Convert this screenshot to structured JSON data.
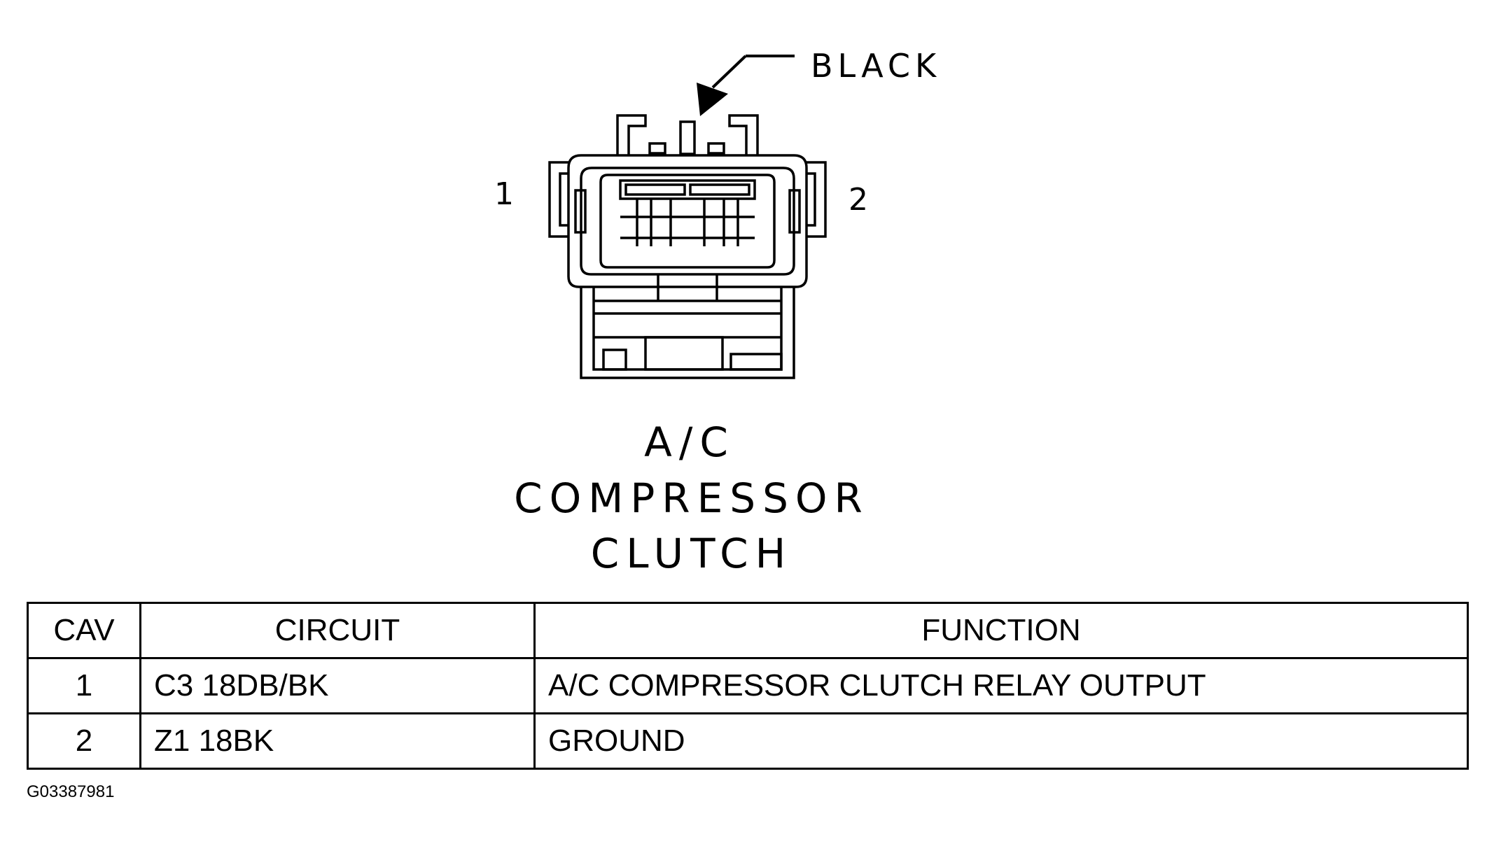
{
  "callout": {
    "wire_color": "BLACK"
  },
  "pins": {
    "left": "1",
    "right": "2"
  },
  "component": {
    "name_lines": [
      "A/C",
      "COMPRESSOR",
      "CLUTCH"
    ]
  },
  "table": {
    "headers": [
      "CAV",
      "CIRCUIT",
      "FUNCTION"
    ],
    "rows": [
      {
        "cav": "1",
        "circuit": "C3 18DB/BK",
        "function": "A/C COMPRESSOR CLUTCH RELAY OUTPUT"
      },
      {
        "cav": "2",
        "circuit": "Z1 18BK",
        "function": "GROUND"
      }
    ]
  },
  "figure_id": "G03387981"
}
